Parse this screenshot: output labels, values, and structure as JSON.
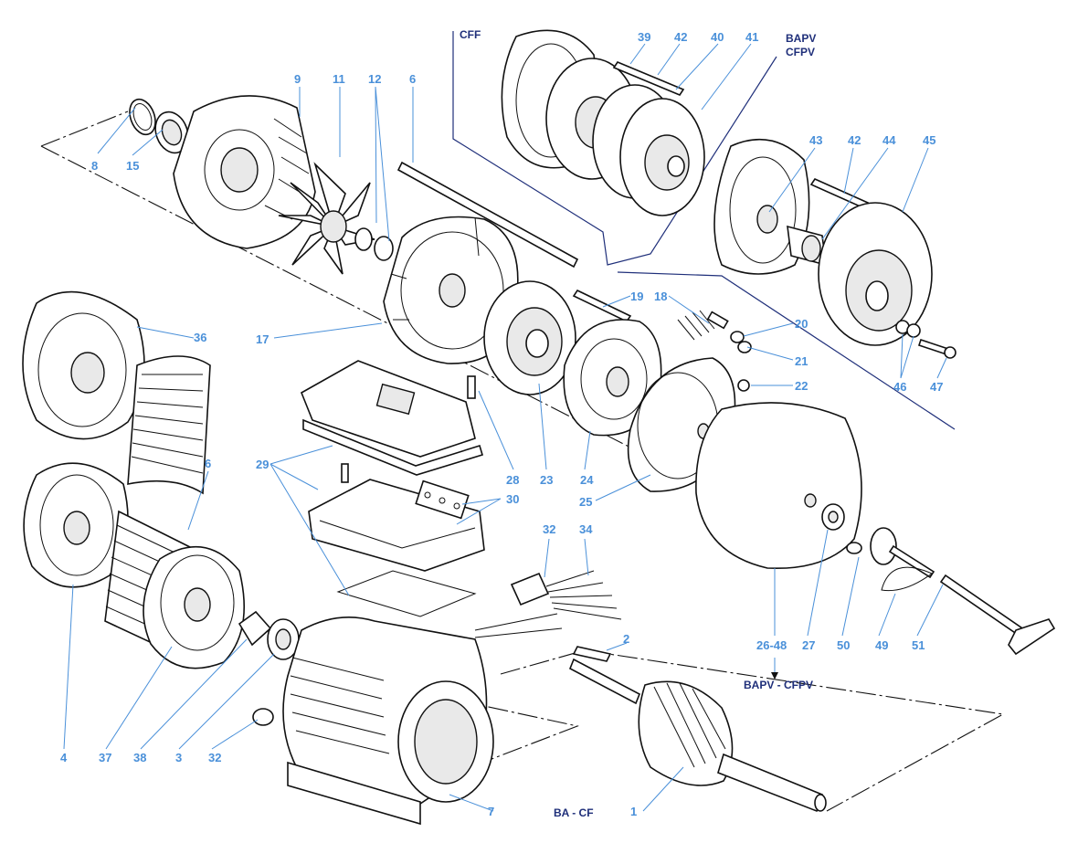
{
  "colors": {
    "label": "#4a90d9",
    "variant_label": "#1f2f7a",
    "line": "#111111"
  },
  "variant_labels": {
    "cff": "CFF",
    "bapv": "BAPV",
    "cfpv": "CFPV",
    "bapv_cfpv": "BAPV - CFPV",
    "ba_cf": "BA - CF"
  },
  "part_numbers": {
    "p1": "1",
    "p2": "2",
    "p3": "3",
    "p4": "4",
    "p6a": "6",
    "p6b": "6",
    "p7": "7",
    "p8": "8",
    "p9": "9",
    "p11": "11",
    "p12": "12",
    "p15": "15",
    "p17": "17",
    "p18": "18",
    "p19": "19",
    "p20": "20",
    "p21": "21",
    "p22": "22",
    "p23": "23",
    "p24": "24",
    "p25": "25",
    "p26_48": "26-48",
    "p27": "27",
    "p28": "28",
    "p29": "29",
    "p30": "30",
    "p32a": "32",
    "p32b": "32",
    "p34": "34",
    "p36": "36",
    "p37": "37",
    "p38": "38",
    "p39": "39",
    "p40": "40",
    "p41": "41",
    "p42a": "42",
    "p42b": "42",
    "p43": "43",
    "p44": "44",
    "p45": "45",
    "p46": "46",
    "p47": "47",
    "p49": "49",
    "p50": "50",
    "p51": "51"
  }
}
